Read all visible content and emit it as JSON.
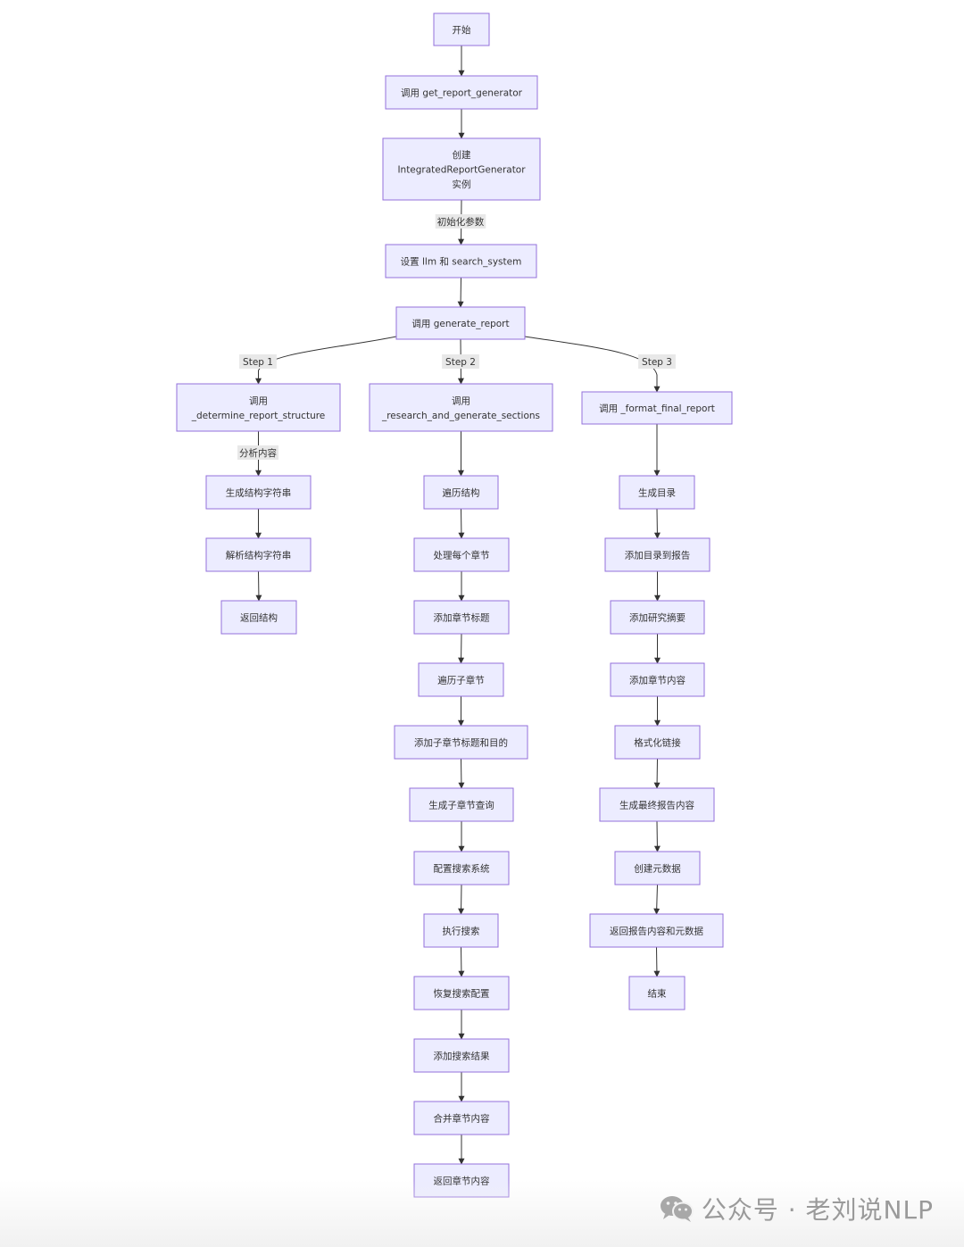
{
  "nodes": [
    {
      "id": "start",
      "label": [
        "开始"
      ]
    },
    {
      "id": "call-get",
      "label": [
        "调用 get_report_generator"
      ]
    },
    {
      "id": "create",
      "label": [
        "创建",
        "IntegratedReportGenerator",
        "实例"
      ]
    },
    {
      "id": "set-llm",
      "label": [
        "设置 llm 和 search_system"
      ]
    },
    {
      "id": "call-gen",
      "label": [
        "调用 generate_report"
      ]
    },
    {
      "id": "call-determine",
      "label": [
        "调用",
        "_determine_report_structure"
      ]
    },
    {
      "id": "call-research",
      "label": [
        "调用",
        "_research_and_generate_sections"
      ]
    },
    {
      "id": "call-format",
      "label": [
        "调用 _format_final_report"
      ]
    },
    {
      "id": "l1",
      "label": [
        "生成结构字符串"
      ]
    },
    {
      "id": "l2",
      "label": [
        "解析结构字符串"
      ]
    },
    {
      "id": "l3",
      "label": [
        "返回结构"
      ]
    },
    {
      "id": "m1",
      "label": [
        "遍历结构"
      ]
    },
    {
      "id": "m2",
      "label": [
        "处理每个章节"
      ]
    },
    {
      "id": "m3",
      "label": [
        "添加章节标题"
      ]
    },
    {
      "id": "m4",
      "label": [
        "遍历子章节"
      ]
    },
    {
      "id": "m5",
      "label": [
        "添加子章节标题和目的"
      ]
    },
    {
      "id": "m6",
      "label": [
        "生成子章节查询"
      ]
    },
    {
      "id": "m7",
      "label": [
        "配置搜索系统"
      ]
    },
    {
      "id": "m8",
      "label": [
        "执行搜索"
      ]
    },
    {
      "id": "m9",
      "label": [
        "恢复搜索配置"
      ]
    },
    {
      "id": "m10",
      "label": [
        "添加搜索结果"
      ]
    },
    {
      "id": "m11",
      "label": [
        "合并章节内容"
      ]
    },
    {
      "id": "m12",
      "label": [
        "返回章节内容"
      ]
    },
    {
      "id": "r1",
      "label": [
        "生成目录"
      ]
    },
    {
      "id": "r2",
      "label": [
        "添加目录到报告"
      ]
    },
    {
      "id": "r3",
      "label": [
        "添加研究摘要"
      ]
    },
    {
      "id": "r4",
      "label": [
        "添加章节内容"
      ]
    },
    {
      "id": "r5",
      "label": [
        "格式化链接"
      ]
    },
    {
      "id": "r6",
      "label": [
        "生成最终报告内容"
      ]
    },
    {
      "id": "r7",
      "label": [
        "创建元数据"
      ]
    },
    {
      "id": "r8",
      "label": [
        "返回报告内容和元数据"
      ]
    },
    {
      "id": "r9",
      "label": [
        "结束"
      ]
    }
  ],
  "edges": [
    {
      "from": "start",
      "to": "call-get"
    },
    {
      "from": "call-get",
      "to": "create"
    },
    {
      "from": "create",
      "to": "set-llm",
      "label": "初始化参数"
    },
    {
      "from": "set-llm",
      "to": "call-gen"
    },
    {
      "from": "call-gen",
      "to": "call-determine",
      "label": "Step 1"
    },
    {
      "from": "call-gen",
      "to": "call-research",
      "label": "Step 2"
    },
    {
      "from": "call-gen",
      "to": "call-format",
      "label": "Step 3"
    },
    {
      "from": "call-determine",
      "to": "l1",
      "label": "分析内容"
    },
    {
      "from": "l1",
      "to": "l2"
    },
    {
      "from": "l2",
      "to": "l3"
    },
    {
      "from": "call-research",
      "to": "m1"
    },
    {
      "from": "m1",
      "to": "m2"
    },
    {
      "from": "m2",
      "to": "m3"
    },
    {
      "from": "m3",
      "to": "m4"
    },
    {
      "from": "m4",
      "to": "m5"
    },
    {
      "from": "m5",
      "to": "m6"
    },
    {
      "from": "m6",
      "to": "m7"
    },
    {
      "from": "m7",
      "to": "m8"
    },
    {
      "from": "m8",
      "to": "m9"
    },
    {
      "from": "m9",
      "to": "m10"
    },
    {
      "from": "m10",
      "to": "m11"
    },
    {
      "from": "m11",
      "to": "m12"
    },
    {
      "from": "call-format",
      "to": "r1"
    },
    {
      "from": "r1",
      "to": "r2"
    },
    {
      "from": "r2",
      "to": "r3"
    },
    {
      "from": "r3",
      "to": "r4"
    },
    {
      "from": "r4",
      "to": "r5"
    },
    {
      "from": "r5",
      "to": "r6"
    },
    {
      "from": "r6",
      "to": "r7"
    },
    {
      "from": "r7",
      "to": "r8"
    },
    {
      "from": "r8",
      "to": "r9"
    }
  ],
  "colors": {
    "node_fill": "#ECECFF",
    "node_stroke": "#9370DB",
    "edge": "#333333",
    "label_bg": "#e8e8e8"
  },
  "watermark": {
    "text": "公众号 · 老刘说NLP",
    "icon": "wechat-icon"
  }
}
